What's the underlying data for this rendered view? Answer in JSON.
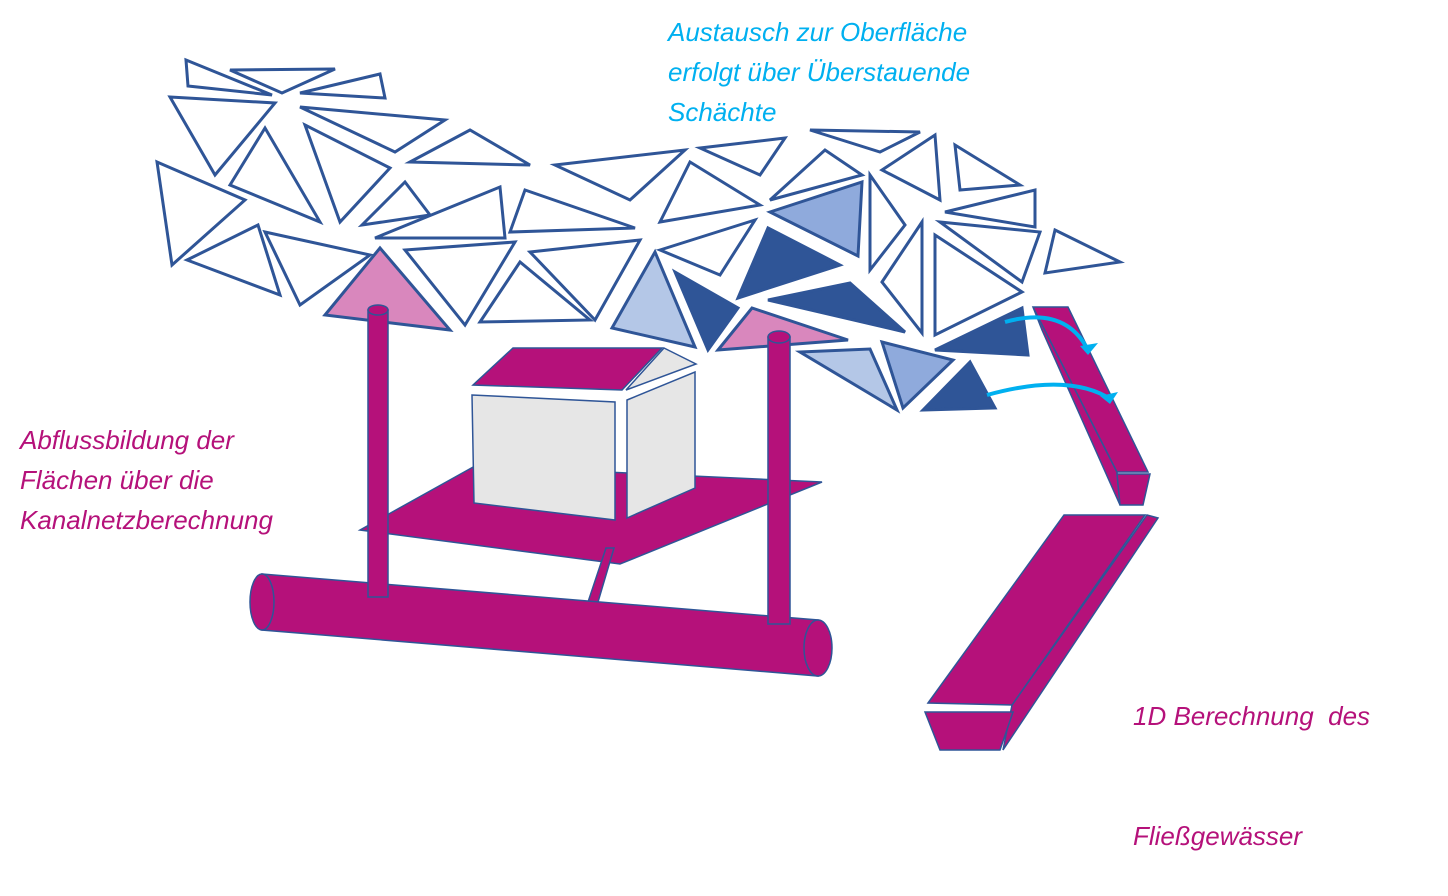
{
  "labels": {
    "surface_exchange": [
      "Austausch zur Oberfläche",
      "erfolgt über Überstauende",
      "Schächte"
    ],
    "runoff": [
      "Abflussbildung der",
      "Flächen über die",
      "Kanalnetzberechnung"
    ],
    "river": [
      "1D Berechnung  des",
      "Fließgewässer"
    ]
  },
  "colors": {
    "magenta": "#b5117a",
    "cyan": "#00b0f0",
    "dark_blue": "#2f5597",
    "mid_blue": "#8faadc",
    "light_blue": "#b4c7e7",
    "pink": "#d987bd"
  }
}
